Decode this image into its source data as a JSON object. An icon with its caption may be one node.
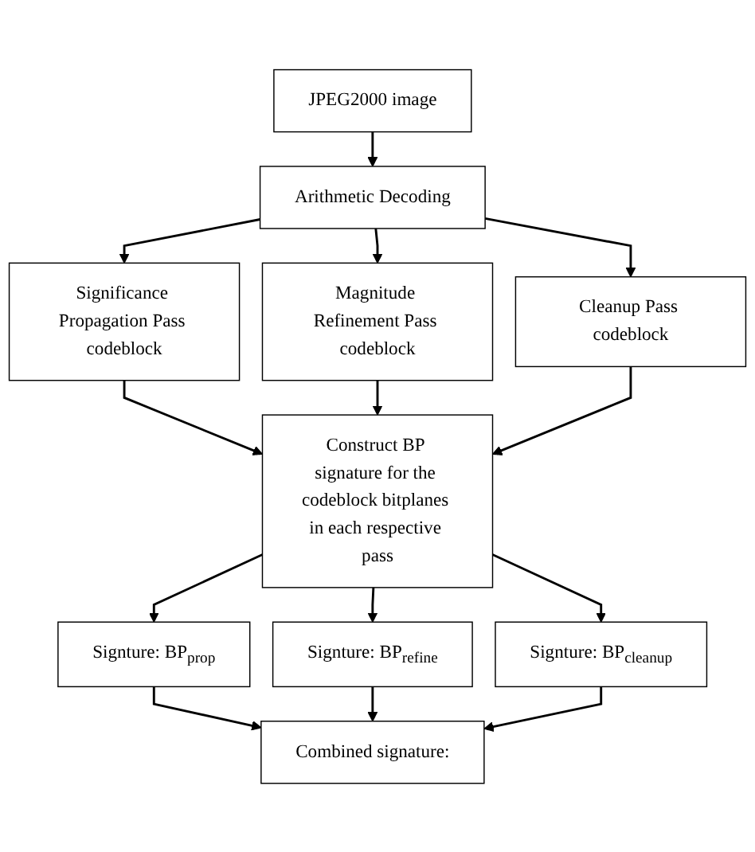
{
  "diagram": {
    "nodes": [
      {
        "text": [
          "JPEG2000 image"
        ]
      },
      {
        "text": [
          "Arithmetic Decoding"
        ]
      },
      {
        "text": [
          "Significance Propagation Pass codeblock"
        ]
      },
      {
        "text": [
          "Magnitude Refinement Pass codeblock"
        ]
      },
      {
        "text": [
          "Cleanup Pass codeblock"
        ]
      },
      {
        "text": [
          "Construct BP signature for the codeblock bitplanes in each respective pass"
        ]
      },
      {
        "text": [
          "Signture: BP$_{prop}$"
        ]
      },
      {
        "text": [
          "Signture: BP$_{refine}$"
        ]
      },
      {
        "text": [
          "Signture: BP$_{cleanup}$"
        ]
      },
      {
        "text": [
          "Combined signature:"
        ]
      }
    ],
    "edges": [
      {
        "from": 0,
        "to": 1,
        "arrow": "to"
      },
      {
        "from": 1,
        "to": 2,
        "arrow": "to"
      },
      {
        "from": 1,
        "to": 3,
        "arrow": "to"
      },
      {
        "from": 1,
        "to": 4,
        "arrow": "to"
      },
      {
        "from": 2,
        "to": 5,
        "arrow": "to"
      },
      {
        "from": 3,
        "to": 5,
        "arrow": "to"
      },
      {
        "from": 4,
        "to": 5,
        "arrow": "to"
      },
      {
        "from": 5,
        "to": 6,
        "arrow": "to"
      },
      {
        "from": 5,
        "to": 7,
        "arrow": "to"
      },
      {
        "from": 5,
        "to": 8,
        "arrow": "to"
      },
      {
        "from": 6,
        "to": 9,
        "arrow": "to"
      },
      {
        "from": 7,
        "to": 9,
        "arrow": "to"
      },
      {
        "from": 8,
        "to": 9,
        "arrow": "to"
      }
    ]
  }
}
